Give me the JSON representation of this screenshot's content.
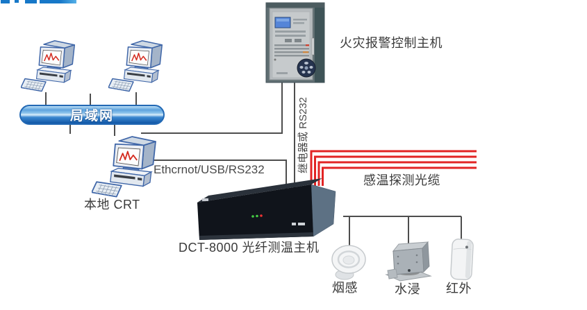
{
  "diagram": {
    "lan": {
      "label": "局域网"
    },
    "local_crt": {
      "label": "本地 CRT"
    },
    "fire_host": {
      "label": "火灾报警控制主机"
    },
    "ethernet_link": {
      "label": "Ethcrnot/USB/RS232"
    },
    "relay_link": {
      "label": "继电器或 RS232"
    },
    "cable": {
      "label": "感温探测光缆"
    },
    "dct_host": {
      "label": "DCT-8000 光纤测温主机"
    },
    "sensors": [
      {
        "label": "烟感"
      },
      {
        "label": "水浸"
      },
      {
        "label": "红外"
      }
    ],
    "colors": {
      "cable_red": "#e22424",
      "lan_blue": "#2f80cc",
      "line_gray": "#4d4d4d",
      "title_blue": "#1778c8"
    }
  }
}
